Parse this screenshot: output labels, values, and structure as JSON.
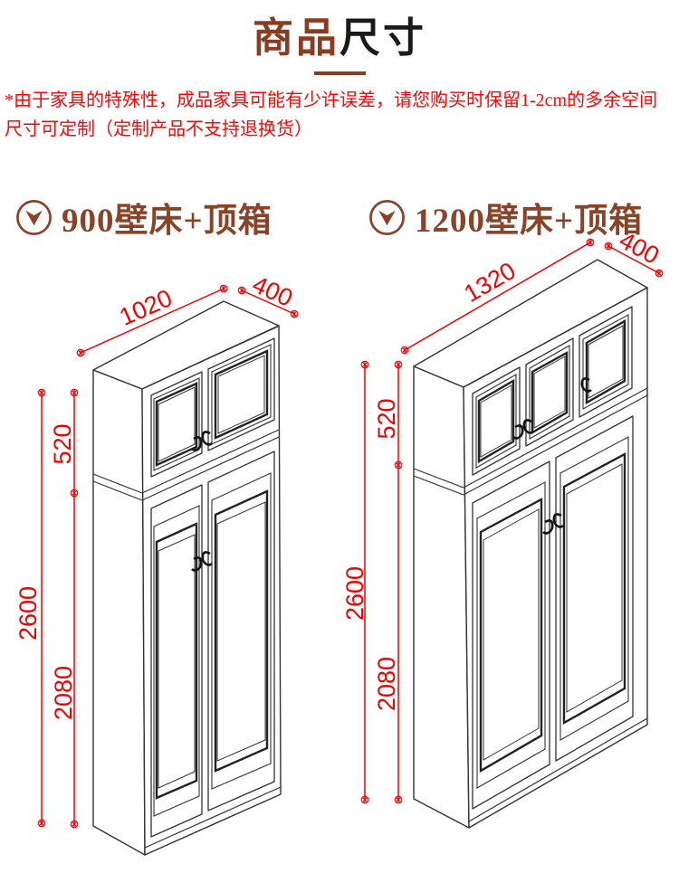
{
  "title": {
    "brown_part": "商品",
    "black_part": "尺寸"
  },
  "disclaimer": {
    "line1": "*由于家具的特殊性，成品家具可能有少许误差，请您购买时保留1-2cm的多余空间",
    "line2": "尺寸可定制（定制产品不支持退换货）"
  },
  "sections": [
    {
      "heading": "900壁床+顶箱",
      "dims": {
        "width": "1020",
        "depth": "400",
        "top_height": "520",
        "total_height": "2600",
        "body_height": "2080"
      }
    },
    {
      "heading": "1200壁床+顶箱",
      "dims": {
        "width": "1320",
        "depth": "400",
        "top_height": "520",
        "total_height": "2600",
        "body_height": "2080"
      }
    }
  ],
  "colors": {
    "accent_brown": "#8a3c20",
    "heading_brown": "#8a4326",
    "dimension_red": "#f30000",
    "disclaimer_red": "#fe0505",
    "line_dark": "#333333"
  }
}
